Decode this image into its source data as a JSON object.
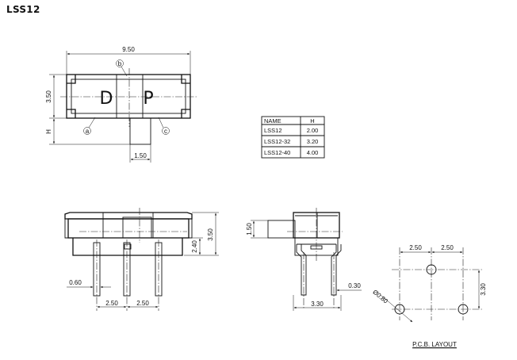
{
  "title": "LSS12",
  "top_view": {
    "width_dim": "9.50",
    "height_dim": "3.50",
    "h_dim": "H",
    "pin_dim": "1.50",
    "letter_left": "D",
    "letter_right": "P",
    "callout_a": "a",
    "callout_b": "b",
    "callout_c": "c"
  },
  "table": {
    "headers": [
      "NAME",
      "H"
    ],
    "rows": [
      [
        "LSS12",
        "2.00"
      ],
      [
        "LSS12-32",
        "3.20"
      ],
      [
        "LSS12-40",
        "4.00"
      ]
    ]
  },
  "front_view": {
    "height_dim": "3.50",
    "body_dim": "2.40",
    "pin_width_dim": "0.60",
    "pitch_left": "2.50",
    "pitch_right": "2.50"
  },
  "side_view": {
    "lever_dim": "1.50",
    "pin_dim": "0.30",
    "width_dim": "3.30"
  },
  "pcb": {
    "pitch_left": "2.50",
    "pitch_right": "2.50",
    "height_dim": "3.30",
    "hole_dim": "Ø0.80",
    "caption": "P.C.B. LAYOUT"
  },
  "colors": {
    "ink": "#111111",
    "background": "#ffffff"
  }
}
